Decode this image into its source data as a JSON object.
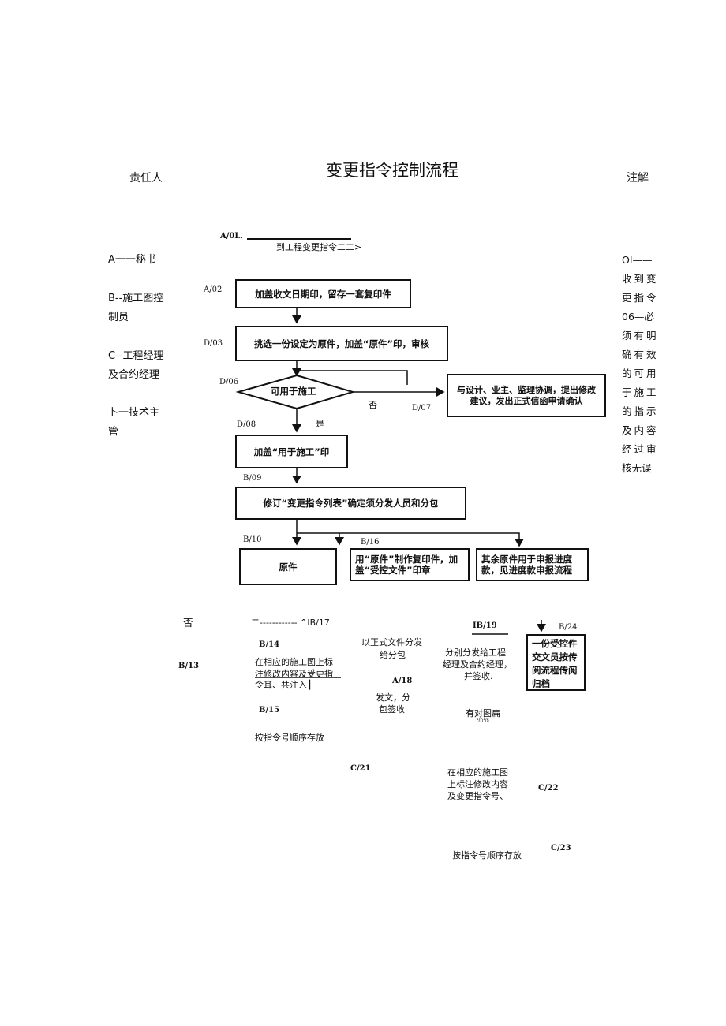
{
  "header": {
    "title": "变更指令控制流程",
    "left": "责任人",
    "right": "注解"
  },
  "legend": {
    "a": "A一一秘书",
    "b1": "B--施工图控",
    "b2": "制员",
    "c1": "C--工程经理",
    "c2": "及合约经理",
    "d1": "卜一技术主",
    "d2": "管"
  },
  "notes": [
    "OI——",
    "收到变",
    "更指令",
    "06—必",
    "须有明",
    "确有效",
    "的可用",
    "于施工",
    "的指示",
    "及内容",
    "经过审",
    "核无误"
  ],
  "flow": {
    "c_a01": "A/0L.",
    "start_text": "到工程变更指令二二>",
    "c_a02": "A/02",
    "box_a02": "加盖收文日期印，留存一套复印件",
    "c_d03": "D/03",
    "box_d03": "挑选一份设定为原件，加盖“原件”印，审核",
    "c_d06": "D/06",
    "decision": "可用于施工",
    "no": "否",
    "c_d07": "D/07",
    "box_d07": "与设计、业主、监理协调，提出修改建议，发出正式信函申请确认",
    "c_d08": "D/08",
    "yes": "是",
    "box_d08": "加盖“用于施工”印",
    "c_b09": "B/09",
    "box_b09": "修订“变更指令列表”确定须分发人员和分包",
    "c_b10": "B/10",
    "box_b10": "原件",
    "c_b16": "B/16",
    "box_b16": "用“原件”制作复印件，加盖“受控文件”印章",
    "box_b16b": "其余原件用于申报进度款，见进度款申报流程"
  },
  "lower": {
    "no2": "否",
    "line_b17": "二------------ ^IB/17",
    "c_b19": "IB/19",
    "c_b24": "B/24",
    "box_b24": "一份受控件交文员按传阅流程传阅归档",
    "c_b14": "B/14",
    "t_a18a": "以正式文件分发",
    "t_a18b": "给分包",
    "t_b19a": "分别分发给工程",
    "t_b19b": "经理及合约经理，",
    "t_b19c": "并签收.",
    "c_b13": "B/13",
    "t_b14a": "在相应的施工图上标",
    "t_b14b": "注修改内容及受更指",
    "t_b14c": "令耳、共注入┃",
    "c_a18": "A/18",
    "t_a18c": "发文，分",
    "t_a18d": "包签收",
    "t_draw": "有对图扁",
    "t_draw_small": "¹/n¹/s",
    "c_b15": "B/15",
    "t_b15": "按指令号顺序存放",
    "c_c21": "C/21",
    "t_c21a": "在相应的施工图",
    "t_c21b": "上标注修改内容",
    "t_c21c": "及变更指令号、",
    "c_c22": "C/22",
    "t_c23": "按指令号顺序存放",
    "c_c23": "C/23"
  }
}
